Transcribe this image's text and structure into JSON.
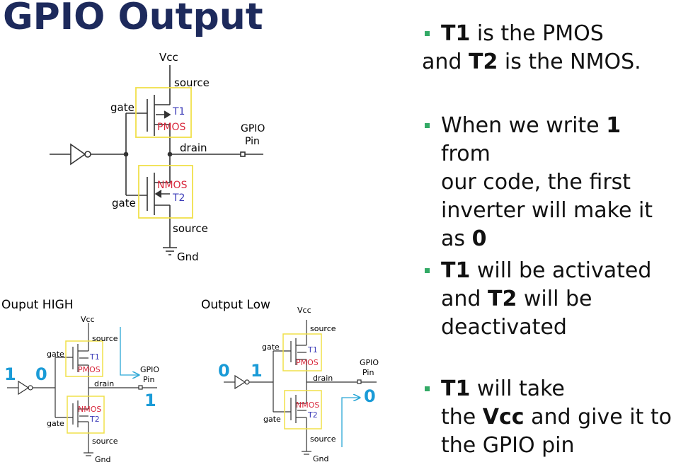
{
  "title": "GPIO Output",
  "main_diagram": {
    "vcc": "Vcc",
    "gnd": "Gnd",
    "source_top": "source",
    "source_bottom": "source",
    "gate_top": "gate",
    "gate_bottom": "gate",
    "t1": "T1",
    "pmos": "PMOS",
    "nmos": "NMOS",
    "t2": "T2",
    "drain": "drain",
    "gpio": "GPIO",
    "pin": "Pin"
  },
  "high_diagram": {
    "caption": "Ouput HIGH",
    "vcc": "Vcc",
    "gnd": "Gnd",
    "source_top": "source",
    "source_bottom": "source",
    "gate_top": "gate",
    "gate_bottom": "gate",
    "t1": "T1",
    "pmos": "PMOS",
    "nmos": "NMOS",
    "t2": "T2",
    "drain": "drain",
    "gpio": "GPIO",
    "pin": "Pin",
    "input_value": "1",
    "inverted_value": "0",
    "output_value": "1"
  },
  "low_diagram": {
    "caption": "Output Low",
    "vcc": "Vcc",
    "gnd": "Gnd",
    "source_top": "source",
    "source_bottom": "source",
    "gate_top": "gate",
    "gate_bottom": "gate",
    "t1": "T1",
    "pmos": "PMOS",
    "nmos": "NMOS",
    "t2": "T2",
    "drain": "drain",
    "gpio": "GPIO",
    "pin": "Pin",
    "input_value": "0",
    "inverted_value": "1",
    "output_value": "0"
  },
  "bullets": {
    "b1": {
      "p1": "T1",
      "p2": " is the PMOS",
      "p3": "and ",
      "p4": "T2",
      "p5": " is the NMOS."
    },
    "b2": {
      "p1": "When we write ",
      "p2": "1",
      "p3": " from",
      "p4": "our code, the first",
      "p5": "inverter will make it",
      "p6": "as ",
      "p7": "0"
    },
    "b3": {
      "p1": "T1",
      "p2": " will be activated",
      "p3": "and ",
      "p4": "T2",
      "p5": " will be",
      "p6": "deactivated"
    },
    "b4": {
      "p1": "T1",
      "p2": " will take",
      "p3": "the ",
      "p4": "Vcc",
      "p5": " and give it to",
      "p6": "the GPIO pin"
    }
  },
  "colors": {
    "title": "#1d2a5c",
    "bullet": "#33aa66",
    "highlight_box": "#f0e04a",
    "pmos_text": "#d8283c",
    "t_label": "#3b3bb8",
    "logic_value": "#1a9bd7",
    "arrow": "#2ba7d6"
  }
}
